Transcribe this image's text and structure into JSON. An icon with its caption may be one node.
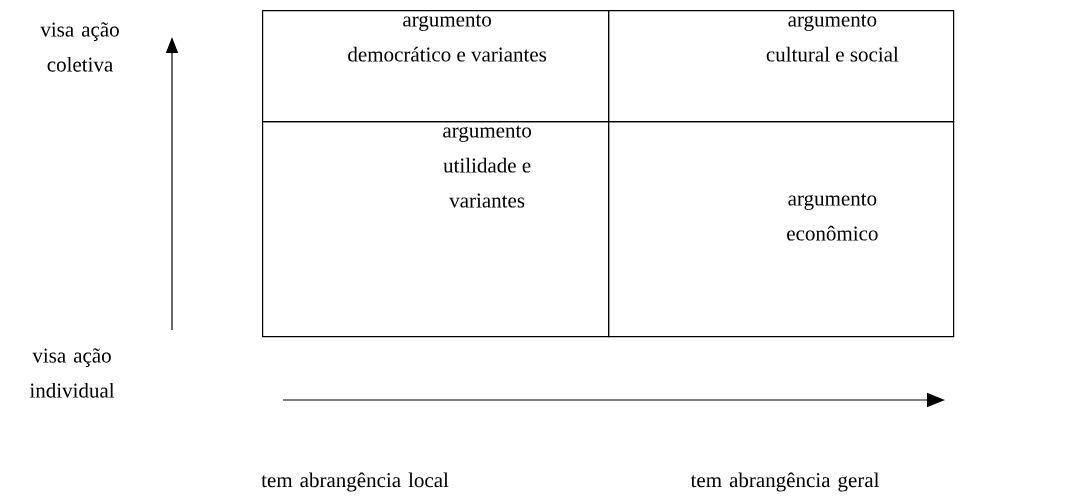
{
  "diagram": {
    "nodes": [
      {
        "text": [
          "argumento democrático e variantes"
        ]
      },
      {
        "text": [
          "argumento cultural e social"
        ]
      },
      {
        "text": [
          "argumento utilidade e variantes"
        ]
      },
      {
        "text": [
          "argumento econômico"
        ]
      }
    ],
    "labels": [
      "visa ação coletiva",
      "visa ação individual",
      "tem abrangência local",
      "tem abrangência geral"
    ]
  }
}
